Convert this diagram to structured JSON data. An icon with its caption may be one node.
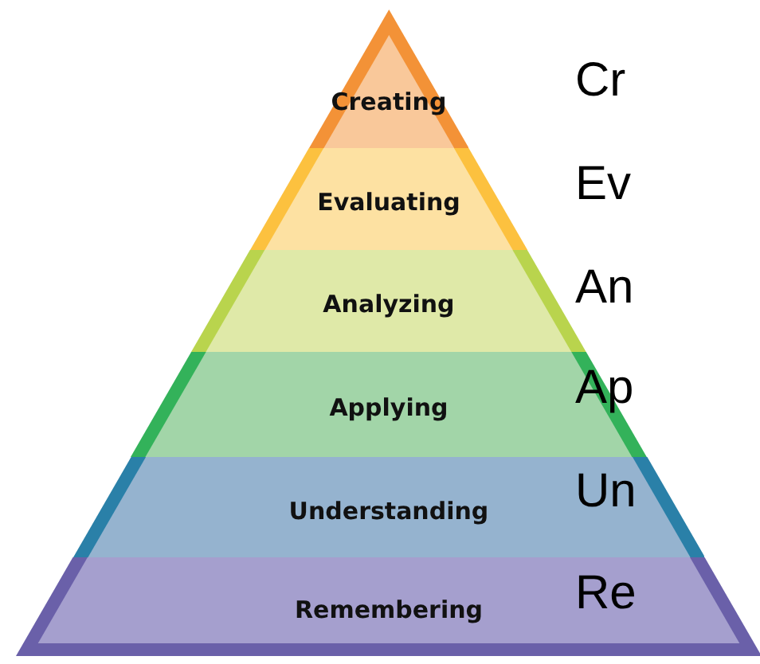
{
  "diagram": {
    "nodes": [
      {
        "text": [
          "Creating",
          "Cr"
        ]
      },
      {
        "text": [
          "Evaluating",
          "Ev"
        ]
      },
      {
        "text": [
          "Analyzing",
          "An"
        ]
      },
      {
        "text": [
          "Applying",
          "Ap"
        ]
      },
      {
        "text": [
          "Understanding",
          "Un"
        ]
      },
      {
        "text": [
          "Remembering",
          "Re"
        ]
      }
    ]
  }
}
